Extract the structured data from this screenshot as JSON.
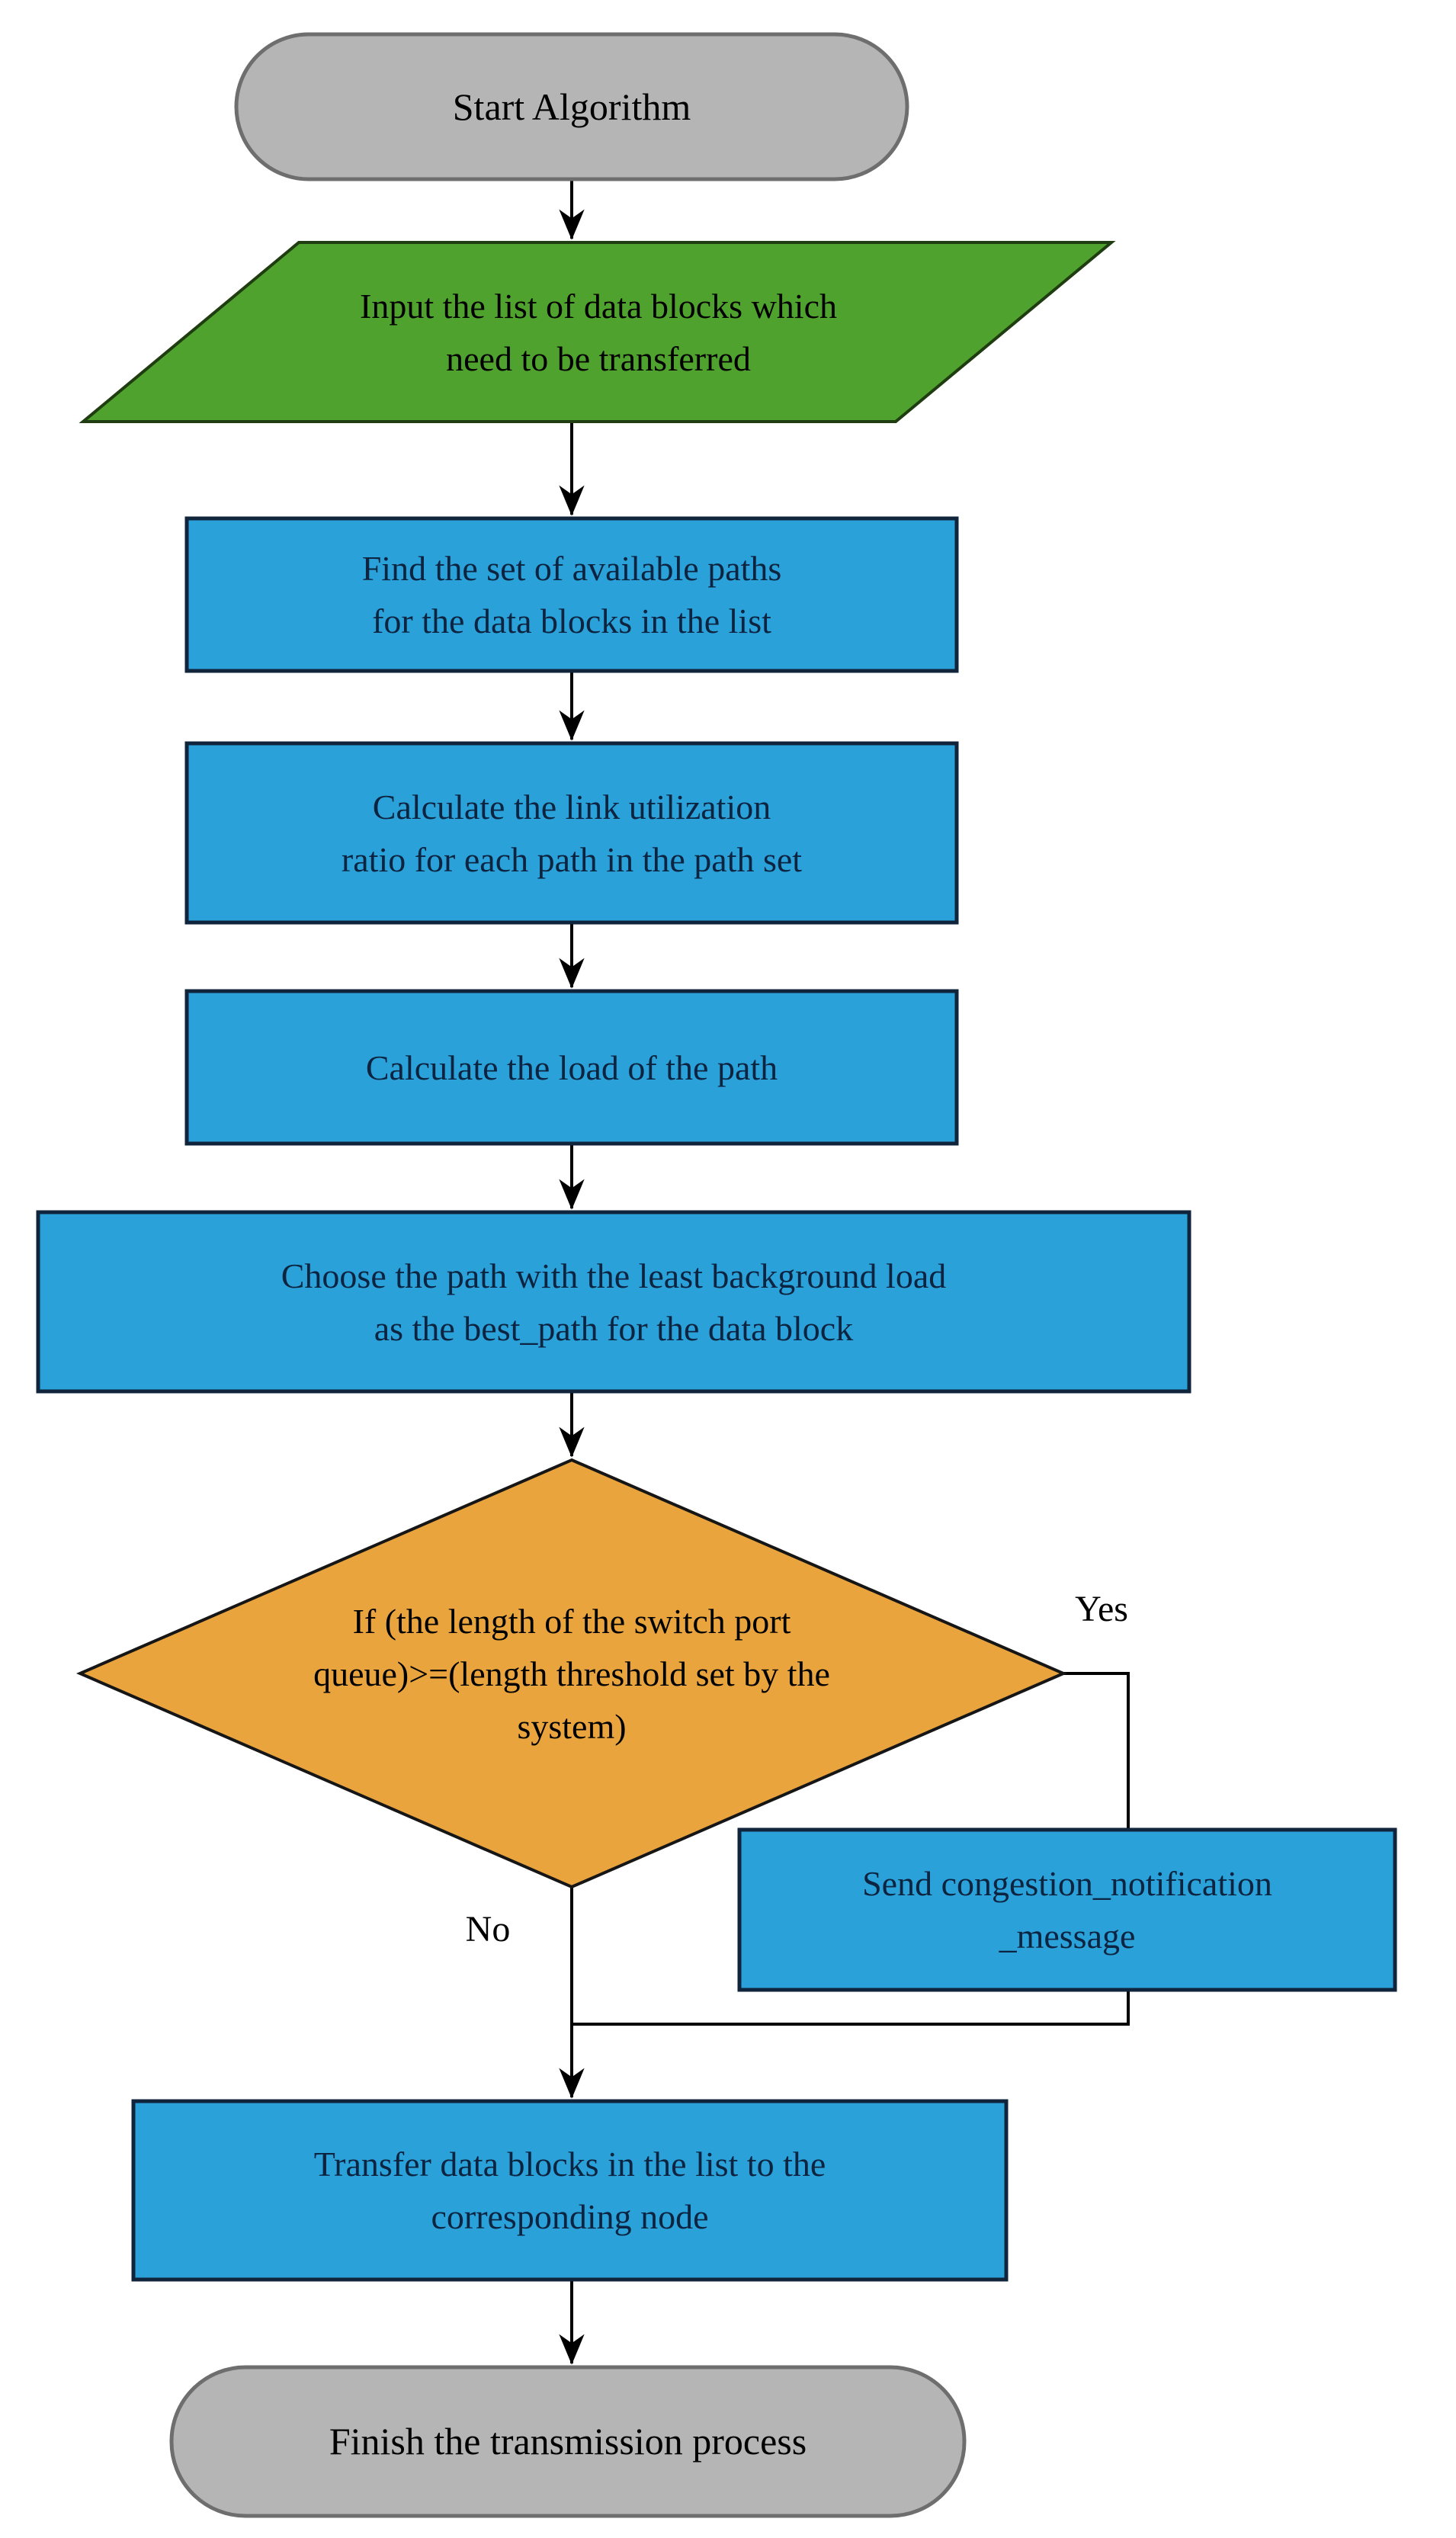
{
  "flowchart": {
    "nodes": {
      "start": {
        "type": "terminator",
        "label": "Start Algorithm"
      },
      "input": {
        "type": "input-output",
        "label": "Input the list of data blocks which\nneed to be transferred"
      },
      "find_paths": {
        "type": "process",
        "label": "Find the set of available paths\nfor the data blocks in the list"
      },
      "link_util": {
        "type": "process",
        "label": "Calculate the link utilization\nratio for each path in the path set"
      },
      "path_load": {
        "type": "process",
        "label": "Calculate the load of the path"
      },
      "choose_path": {
        "type": "process",
        "label": "Choose the path with the least background load\nas the best_path for the data block"
      },
      "queue_check": {
        "type": "decision",
        "label": "If (the length of the switch port\nqueue)>=(length threshold set by the\nsystem)"
      },
      "congestion": {
        "type": "process",
        "label": "Send congestion_notification\n_message"
      },
      "transfer": {
        "type": "process",
        "label": "Transfer data blocks in the list to the\ncorresponding node"
      },
      "finish": {
        "type": "terminator",
        "label": "Finish the transmission process"
      }
    },
    "branch_labels": {
      "yes": "Yes",
      "no": "No"
    },
    "colors": {
      "background": "#ffffff",
      "terminator_fill": "#b5b5b5",
      "terminator_stroke": "#6e6e6e",
      "io_fill": "#4fa22d",
      "io_stroke": "#1f3d10",
      "process_fill": "#2ba1da",
      "process_stroke": "#10243c",
      "process_text": "#0c2440",
      "decision_fill": "#e9a43e",
      "decision_stroke": "#161616",
      "connector": "#000000",
      "label_text": "#000000"
    }
  }
}
